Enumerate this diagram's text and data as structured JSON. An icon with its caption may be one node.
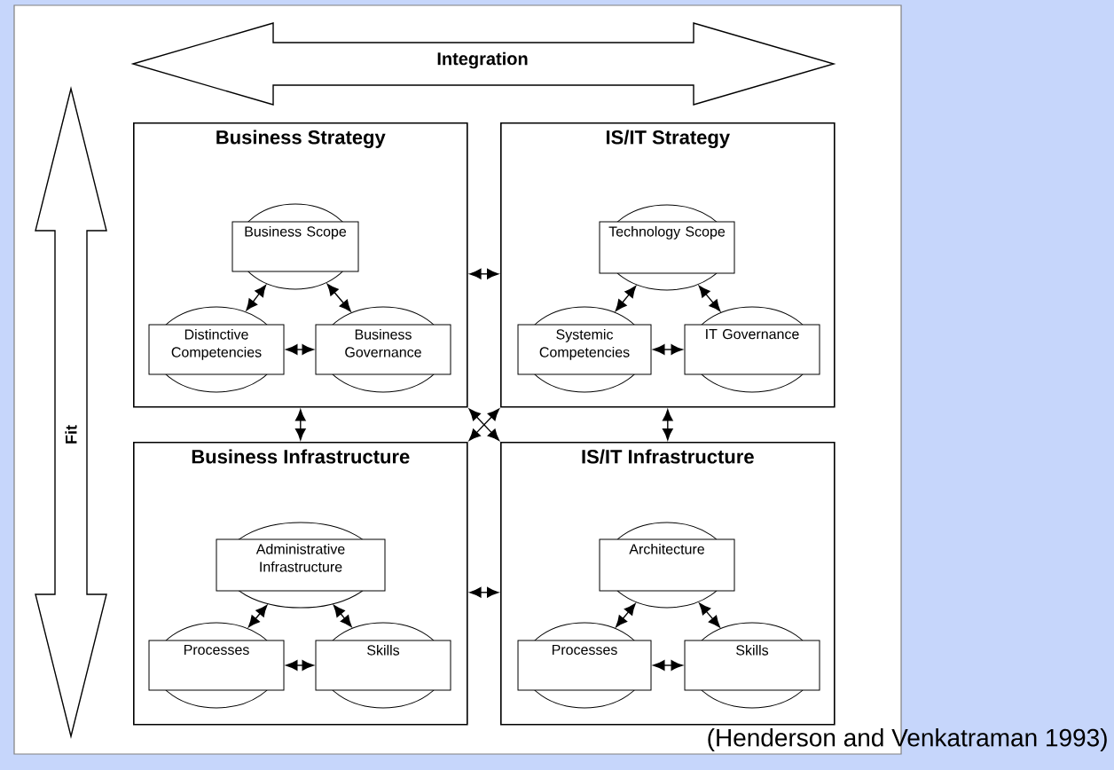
{
  "diagram": {
    "caption": "(Henderson and Venkatraman 1993)",
    "nodes": [
      {
        "text": [
          "Integration"
        ]
      },
      {
        "text": [
          "Fit"
        ]
      },
      {
        "text": [
          "Business Strategy"
        ]
      },
      {
        "text": [
          "Business Scope"
        ],
        "in": 2
      },
      {
        "text": [
          "Distinctive Competencies"
        ],
        "in": 2
      },
      {
        "text": [
          "Business Governance"
        ],
        "in": 2
      },
      {
        "text": [
          "IS/IT Strategy"
        ]
      },
      {
        "text": [
          "Technology Scope"
        ],
        "in": 6
      },
      {
        "text": [
          "Systemic Competencies"
        ],
        "in": 6
      },
      {
        "text": [
          "IT Governance"
        ],
        "in": 6
      },
      {
        "text": [
          "Business Infrastructure"
        ]
      },
      {
        "text": [
          "Administrative Infrastructure"
        ],
        "in": 10
      },
      {
        "text": [
          "Processes"
        ],
        "in": 10
      },
      {
        "text": [
          "Skills"
        ],
        "in": 10
      },
      {
        "text": [
          "IS/IT Infrastructure"
        ]
      },
      {
        "text": [
          "Architecture"
        ],
        "in": 14
      },
      {
        "text": [
          "Processes"
        ],
        "in": 14
      },
      {
        "text": [
          "Skills"
        ],
        "in": 14
      }
    ],
    "edges": [
      {
        "from": 3,
        "to": 4,
        "arrow": "both"
      },
      {
        "from": 3,
        "to": 5,
        "arrow": "both"
      },
      {
        "from": 4,
        "to": 5,
        "arrow": "both"
      },
      {
        "from": 7,
        "to": 8,
        "arrow": "both"
      },
      {
        "from": 7,
        "to": 9,
        "arrow": "both"
      },
      {
        "from": 8,
        "to": 9,
        "arrow": "both"
      },
      {
        "from": 11,
        "to": 12,
        "arrow": "both"
      },
      {
        "from": 11,
        "to": 13,
        "arrow": "both"
      },
      {
        "from": 12,
        "to": 13,
        "arrow": "both"
      },
      {
        "from": 15,
        "to": 16,
        "arrow": "both"
      },
      {
        "from": 15,
        "to": 17,
        "arrow": "both"
      },
      {
        "from": 16,
        "to": 17,
        "arrow": "both"
      },
      {
        "from": 2,
        "to": 6,
        "arrow": "both"
      },
      {
        "from": 2,
        "to": 10,
        "arrow": "both"
      },
      {
        "from": 6,
        "to": 14,
        "arrow": "both"
      },
      {
        "from": 10,
        "to": 14,
        "arrow": "both"
      },
      {
        "from": 2,
        "to": 14,
        "arrow": "both"
      },
      {
        "from": 6,
        "to": 10,
        "arrow": "both"
      }
    ]
  }
}
